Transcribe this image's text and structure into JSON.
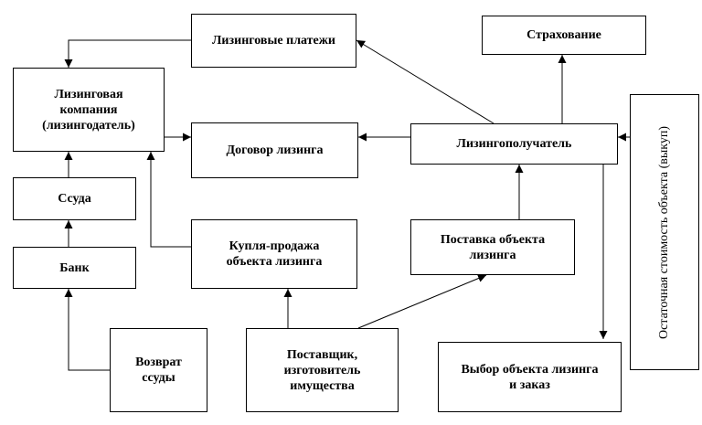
{
  "boxes": {
    "leasing_payments": "Лизинговые платежи",
    "insurance": "Страхование",
    "leasing_company": "Лизинговая\nкомпания\n(лизингодатель)",
    "leasing_contract": "Договор лизинга",
    "lessee": "Лизингополучатель",
    "residual_value": "Остаточная стоимость объекта (выкуп)",
    "loan": "Ссуда",
    "purchase_sale": "Купля-продажа\nобъекта лизинга",
    "delivery": "Поставка объекта\nлизинга",
    "bank": "Банк",
    "loan_return": "Возврат\nссуды",
    "supplier": "Поставщик,\nизготовитель\nимущества",
    "selection_order": "Выбор объекта лизинга\nи заказ"
  }
}
